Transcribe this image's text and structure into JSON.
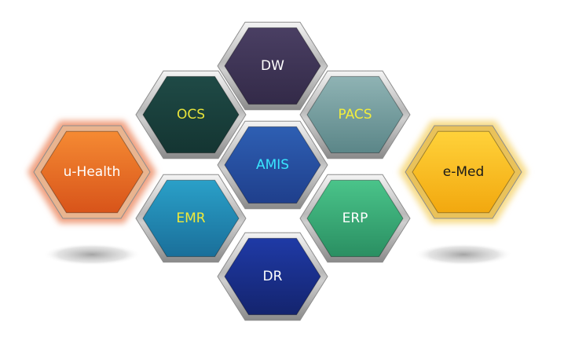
{
  "diagram": {
    "hexagons": [
      {
        "id": "dw",
        "label": "DW",
        "fill_top": "#4a3f63",
        "fill_bottom": "#332a48",
        "label_color": "#ffffff"
      },
      {
        "id": "ocs",
        "label": "OCS",
        "fill_top": "#1f4a46",
        "fill_bottom": "#143532",
        "label_color": "#e8e43a"
      },
      {
        "id": "pacs",
        "label": "PACS",
        "fill_top": "#8fb3b4",
        "fill_bottom": "#5b8688",
        "label_color": "#f2ee3c"
      },
      {
        "id": "amis",
        "label": "AMIS",
        "fill_top": "#2e5fb3",
        "fill_bottom": "#1f3f8c",
        "label_color": "#39e6ff"
      },
      {
        "id": "emr",
        "label": "EMR",
        "fill_top": "#2aa0c8",
        "fill_bottom": "#1a6f9a",
        "label_color": "#f0ea3a"
      },
      {
        "id": "erp",
        "label": "ERP",
        "fill_top": "#4ac48a",
        "fill_bottom": "#2a8f62",
        "label_color": "#ffffff"
      },
      {
        "id": "dr",
        "label": "DR",
        "fill_top": "#1f3aa6",
        "fill_bottom": "#14246e",
        "label_color": "#ffffff"
      },
      {
        "id": "u-health",
        "label": "u-Health",
        "fill_top": "#f58a33",
        "fill_bottom": "#d8541a",
        "label_color": "#ffffff"
      },
      {
        "id": "e-med",
        "label": "e-Med",
        "fill_top": "#ffd23a",
        "fill_bottom": "#f2a80f",
        "label_color": "#1a1a1a"
      }
    ]
  }
}
